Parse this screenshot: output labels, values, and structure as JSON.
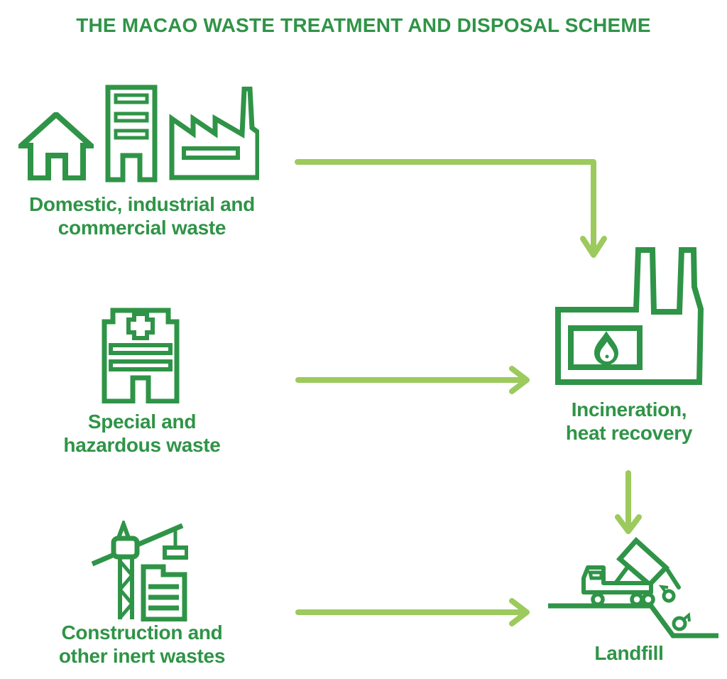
{
  "title": "THE MACAO WASTE TREATMENT AND DISPOSAL SCHEME",
  "colors": {
    "dark_green": "#2F9447",
    "light_green": "#9CCA5C",
    "background": "#FFFFFF"
  },
  "nodes": {
    "domestic": {
      "label": "Domestic, industrial and\ncommercial waste",
      "icons": [
        "house-icon",
        "office-building-icon",
        "factory-icon"
      ]
    },
    "special": {
      "label": "Special and\nhazardous waste",
      "icons": [
        "hospital-icon"
      ]
    },
    "construction": {
      "label": "Construction and\nother inert wastes",
      "icons": [
        "construction-crane-icon"
      ]
    },
    "incineration": {
      "label": "Incineration,\nheat recovery",
      "icons": [
        "incineration-plant-icon"
      ]
    },
    "landfill": {
      "label": "Landfill",
      "icons": [
        "dump-truck-landfill-icon"
      ]
    }
  },
  "flows": [
    {
      "from": "domestic",
      "to": "incineration",
      "shape": "elbow-right-down"
    },
    {
      "from": "special",
      "to": "incineration",
      "shape": "straight-right"
    },
    {
      "from": "incineration",
      "to": "landfill",
      "shape": "straight-down"
    },
    {
      "from": "construction",
      "to": "landfill",
      "shape": "straight-right"
    }
  ]
}
